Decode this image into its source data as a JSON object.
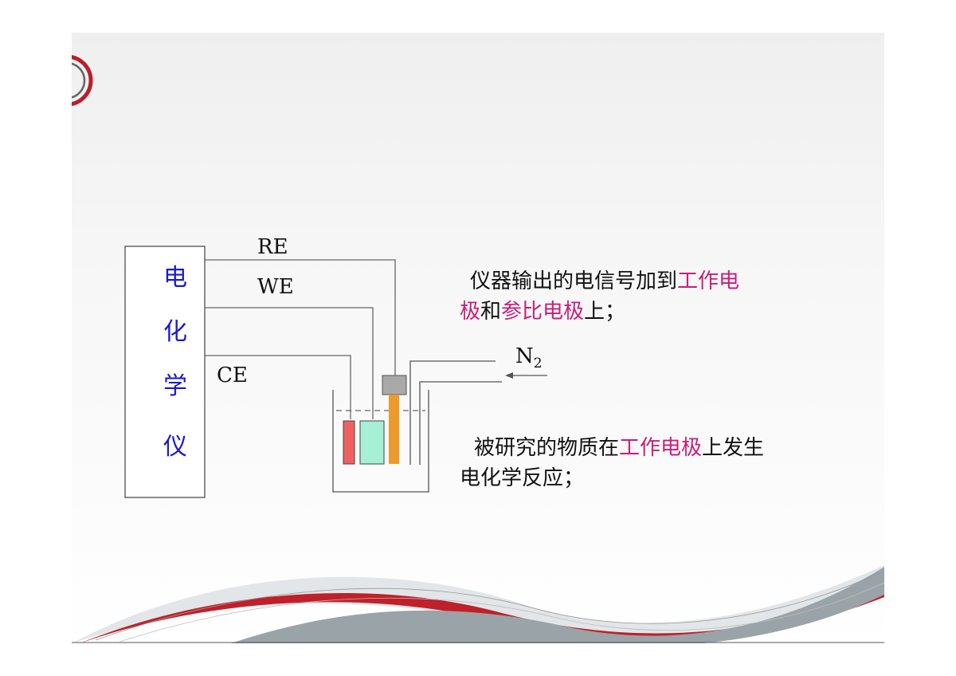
{
  "instrument": {
    "chars": [
      "电",
      "化",
      "学",
      "仪"
    ]
  },
  "electrode_labels": {
    "re": "RE",
    "we": "WE",
    "ce": "CE",
    "gas_base": "N",
    "gas_sub": "2"
  },
  "text_top": {
    "seg1": "仪器输出的电信号加到",
    "seg2": "工作电",
    "seg3": "极",
    "seg4": "和",
    "seg5": "参比电极",
    "seg6": "上；"
  },
  "text_bottom": {
    "seg1": "被研究的物质在",
    "seg2": "工作电极",
    "seg3": "上发生",
    "seg4": "电化学反应；"
  },
  "colors": {
    "highlight": "#c81e7a",
    "instrument_text": "#1a1ad0",
    "counter_electrode": "#f06060",
    "working_electrode": "#a6f0d6",
    "reference_electrode": "#ee9a2a",
    "reference_cap": "#a9a9a9",
    "swoosh_red": "#c0202a",
    "swoosh_gray": "#9aa3a8"
  }
}
